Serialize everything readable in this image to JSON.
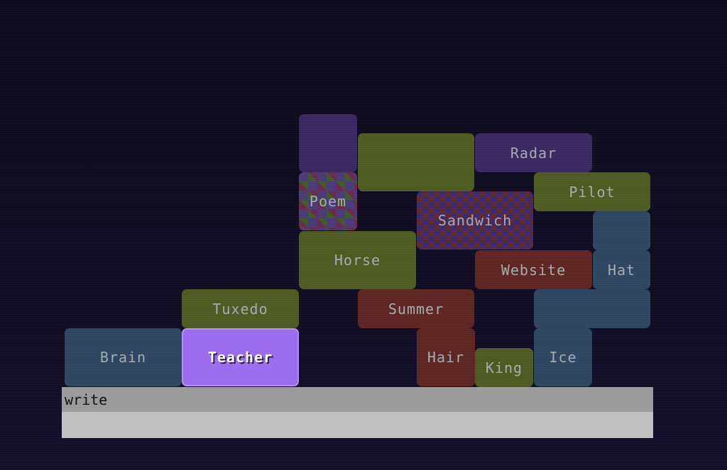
{
  "game": {
    "blocks": [
      {
        "id": "brain",
        "label": "Brain",
        "color": "blue"
      },
      {
        "id": "teacher",
        "label": "Teacher",
        "color": "selected",
        "selected": true
      },
      {
        "id": "tuxedo",
        "label": "Tuxedo",
        "color": "olive"
      },
      {
        "id": "horse",
        "label": "Horse",
        "color": "olive"
      },
      {
        "id": "poem",
        "label": "Poem",
        "color": "checkered"
      },
      {
        "id": "purple-top",
        "label": "",
        "color": "purple"
      },
      {
        "id": "olive-top",
        "label": "",
        "color": "olive"
      },
      {
        "id": "radar",
        "label": "Radar",
        "color": "purple"
      },
      {
        "id": "pilot",
        "label": "Pilot",
        "color": "olive"
      },
      {
        "id": "sandwich",
        "label": "Sandwich",
        "color": "checkered"
      },
      {
        "id": "website",
        "label": "Website",
        "color": "red"
      },
      {
        "id": "hat",
        "label": "Hat",
        "color": "blue"
      },
      {
        "id": "blue-small",
        "label": "",
        "color": "blue"
      },
      {
        "id": "blue-wide",
        "label": "",
        "color": "blue"
      },
      {
        "id": "summer",
        "label": "Summer",
        "color": "red"
      },
      {
        "id": "hair",
        "label": "Hair",
        "color": "red"
      },
      {
        "id": "king",
        "label": "King",
        "color": "olive"
      },
      {
        "id": "ice",
        "label": "Ice",
        "color": "blue"
      }
    ],
    "colors": {
      "blue": "#2d4662",
      "olive": "#4d5a21",
      "red": "#5e2622",
      "purple": "#3a2860",
      "selected": "#9b6cee"
    }
  },
  "input": {
    "typed_text": "write",
    "second_line": ""
  }
}
